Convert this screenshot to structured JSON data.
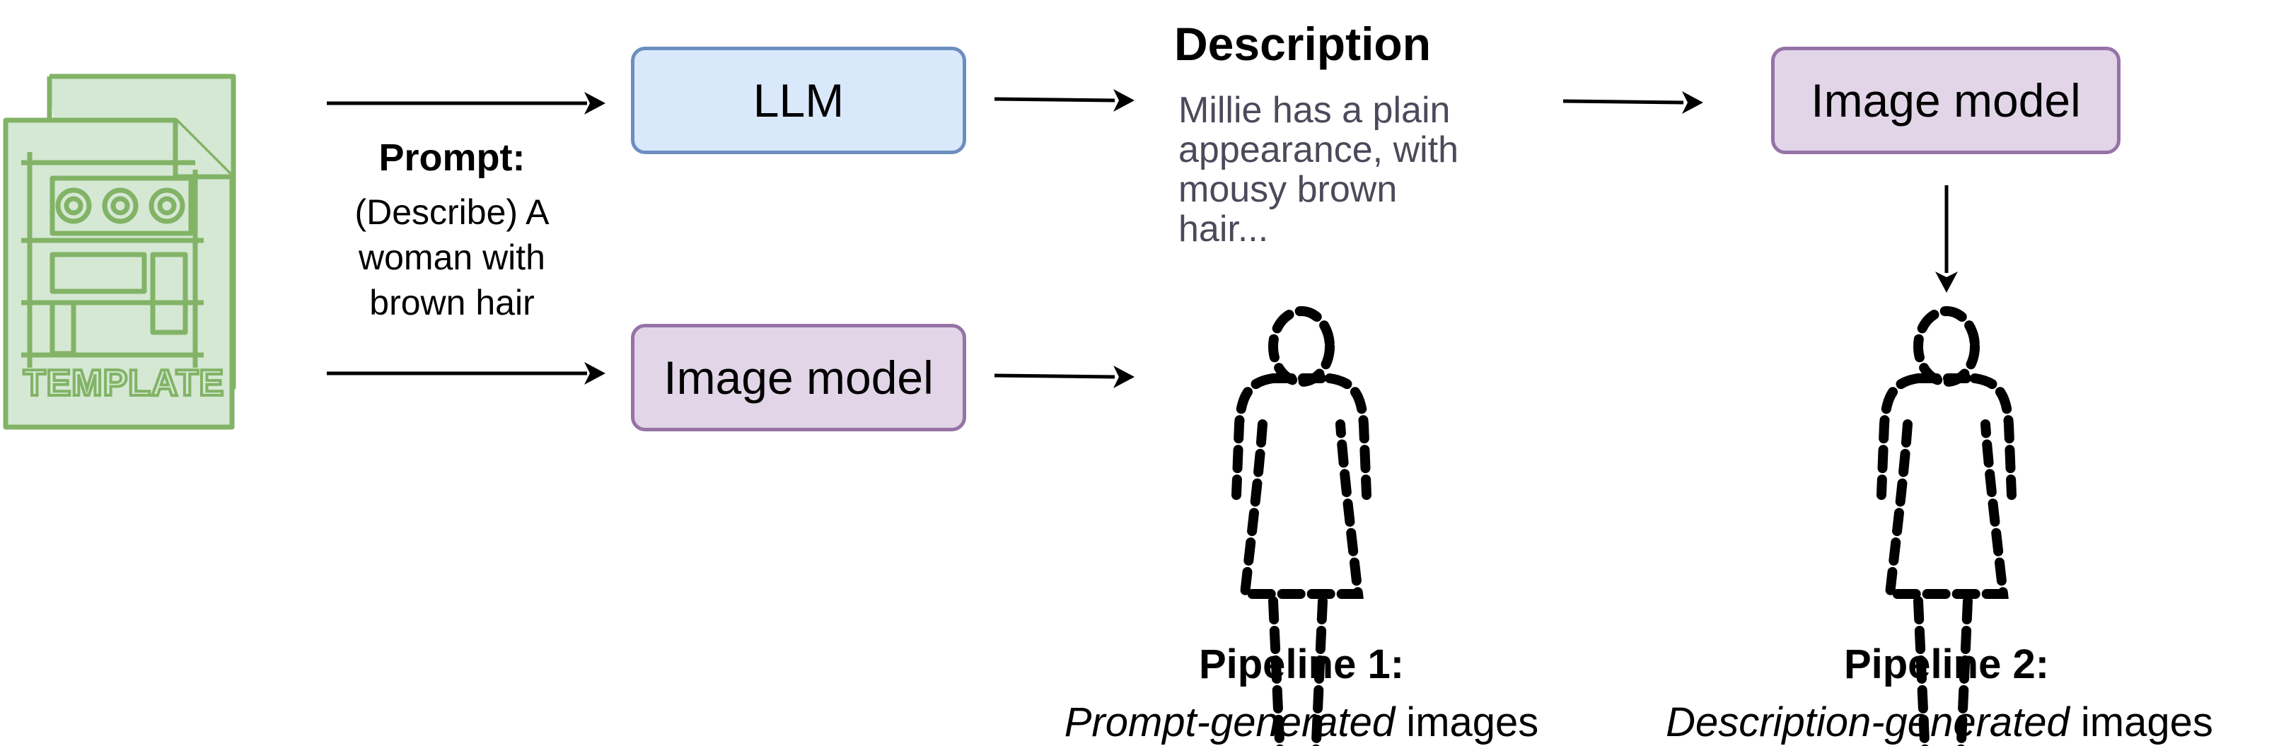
{
  "template_icon": {
    "label": "TEMPLATE",
    "color": "#82b366",
    "fill": "#d5e8d4"
  },
  "prompt": {
    "heading": "Prompt:",
    "text_lines": [
      "(Describe) A",
      "woman with",
      "brown hair"
    ]
  },
  "boxes": {
    "llm": {
      "label": "LLM",
      "fill": "#dae8fc",
      "stroke": "#6c8ebf"
    },
    "image_model_1": {
      "label": "Image model",
      "fill": "#e1d5e7",
      "stroke": "#9673a6"
    },
    "image_model_2": {
      "label": "Image model",
      "fill": "#e1d5e7",
      "stroke": "#9673a6"
    }
  },
  "description": {
    "heading": "Description",
    "text_lines": [
      "Millie has a plain",
      "appearance, with",
      "mousy brown",
      "hair..."
    ]
  },
  "pipeline_1": {
    "title": "Pipeline 1:",
    "sub_italic": "Prompt-generated",
    "sub_rest": " images"
  },
  "pipeline_2": {
    "title": "Pipeline 2:",
    "sub_italic": "Description-generated",
    "sub_rest": " images"
  },
  "figure_icon": "dashed-woman-silhouette-icon"
}
